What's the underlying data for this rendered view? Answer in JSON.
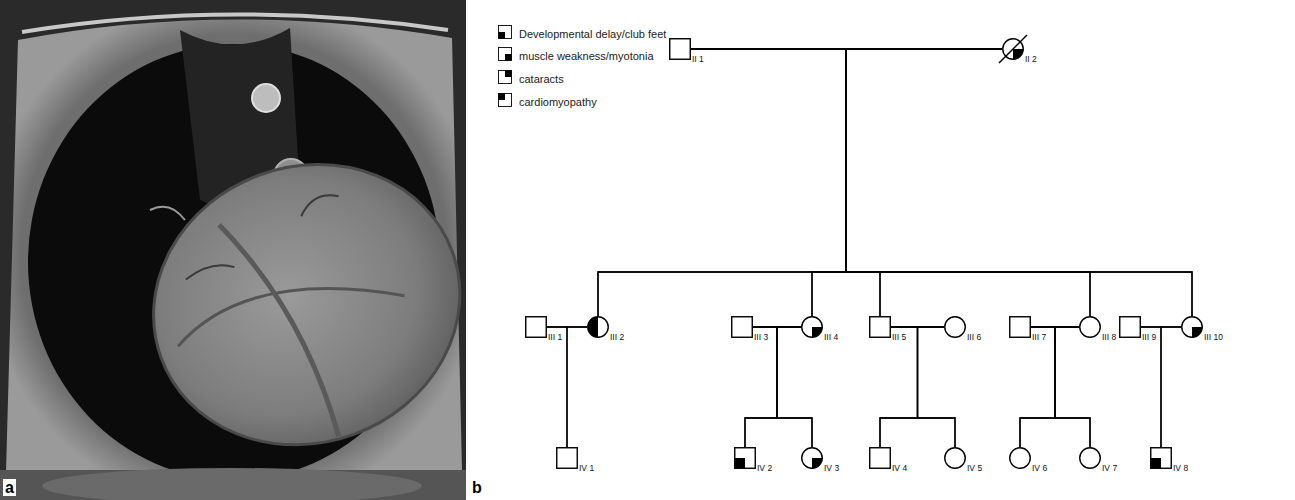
{
  "diagram": {
    "nodes": [
      {
        "text": [
          "II 1"
        ]
      },
      {
        "text": [
          "II 2"
        ]
      },
      {
        "text": [
          "III 1"
        ]
      },
      {
        "text": [
          "III 2"
        ]
      },
      {
        "text": [
          "III 3"
        ]
      },
      {
        "text": [
          "III 4"
        ]
      },
      {
        "text": [
          "III 5"
        ]
      },
      {
        "text": [
          "III 6"
        ]
      },
      {
        "text": [
          "III 7"
        ]
      },
      {
        "text": [
          "III 8"
        ]
      },
      {
        "text": [
          "III 9"
        ]
      },
      {
        "text": [
          "III 10"
        ]
      },
      {
        "text": [
          "IV 1"
        ]
      },
      {
        "text": [
          "IV 2"
        ]
      },
      {
        "text": [
          "IV 3"
        ]
      },
      {
        "text": [
          "IV 4"
        ]
      },
      {
        "text": [
          "IV 5"
        ]
      },
      {
        "text": [
          "IV 6"
        ]
      },
      {
        "text": [
          "IV 7"
        ]
      },
      {
        "text": [
          "IV 8"
        ]
      }
    ],
    "edges": [
      {
        "from": 0,
        "to": 1,
        "arrow": "none"
      },
      {
        "from": 2,
        "to": 3,
        "arrow": "none"
      },
      {
        "from": 4,
        "to": 5,
        "arrow": "none"
      },
      {
        "from": 6,
        "to": 7,
        "arrow": "none"
      },
      {
        "from": 8,
        "to": 9,
        "arrow": "none"
      },
      {
        "from": 10,
        "to": 11,
        "arrow": "none"
      },
      {
        "from": 0,
        "to": 3,
        "arrow": "none"
      },
      {
        "from": 0,
        "to": 5,
        "arrow": "none"
      },
      {
        "from": 0,
        "to": 6,
        "arrow": "none"
      },
      {
        "from": 0,
        "to": 9,
        "arrow": "none"
      },
      {
        "from": 0,
        "to": 11,
        "arrow": "none"
      },
      {
        "from": 1,
        "to": 3,
        "arrow": "none"
      },
      {
        "from": 1,
        "to": 5,
        "arrow": "none"
      },
      {
        "from": 1,
        "to": 6,
        "arrow": "none"
      },
      {
        "from": 1,
        "to": 9,
        "arrow": "none"
      },
      {
        "from": 1,
        "to": 11,
        "arrow": "none"
      },
      {
        "from": 2,
        "to": 12,
        "arrow": "none"
      },
      {
        "from": 3,
        "to": 12,
        "arrow": "none"
      },
      {
        "from": 4,
        "to": 13,
        "arrow": "none"
      },
      {
        "from": 4,
        "to": 14,
        "arrow": "none"
      },
      {
        "from": 5,
        "to": 13,
        "arrow": "none"
      },
      {
        "from": 5,
        "to": 14,
        "arrow": "none"
      },
      {
        "from": 6,
        "to": 15,
        "arrow": "none"
      },
      {
        "from": 6,
        "to": 16,
        "arrow": "none"
      },
      {
        "from": 7,
        "to": 15,
        "arrow": "none"
      },
      {
        "from": 7,
        "to": 16,
        "arrow": "none"
      },
      {
        "from": 8,
        "to": 17,
        "arrow": "none"
      },
      {
        "from": 8,
        "to": 18,
        "arrow": "none"
      },
      {
        "from": 9,
        "to": 17,
        "arrow": "none"
      },
      {
        "from": 9,
        "to": 18,
        "arrow": "none"
      },
      {
        "from": 10,
        "to": 19,
        "arrow": "none"
      },
      {
        "from": 11,
        "to": 19,
        "arrow": "none"
      }
    ],
    "labels": [
      "a",
      "b"
    ],
    "legend": [
      {
        "text": "Developmental delay/club feet"
      },
      {
        "text": "muscle weakness/myotonia"
      },
      {
        "text": "cataracts"
      },
      {
        "text": "cardiomyopathy"
      }
    ]
  }
}
